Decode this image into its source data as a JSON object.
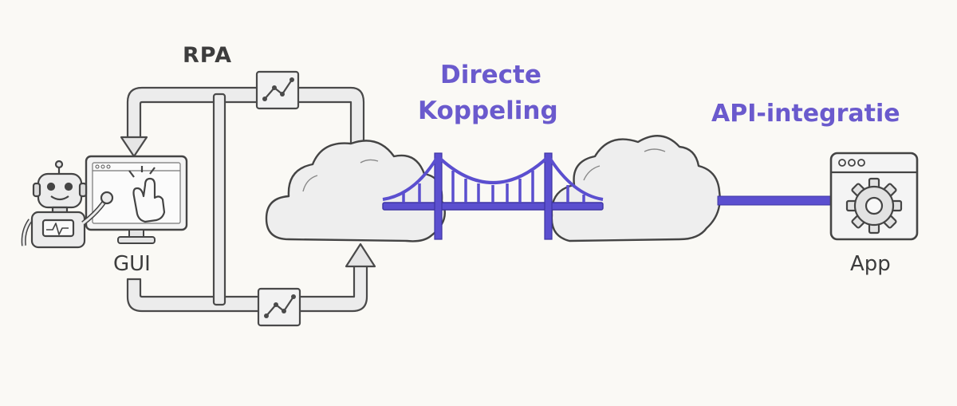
{
  "labels": {
    "rpa": "RPA",
    "gui": "GUI",
    "direct_line1": "Directe",
    "direct_line2": "Koppeling",
    "api": "API-integratie",
    "app": "App"
  },
  "icons": [
    "robot-icon",
    "monitor-icon",
    "hand-pointer-icon",
    "process-chart-icon",
    "cloud-icon",
    "suspension-bridge-icon",
    "app-window-icon",
    "gear-icon"
  ],
  "colors": {
    "ink": "#3d3d3d",
    "accent": "#5b4fcf",
    "accent_text": "#6a5acd",
    "fill": "#eeeeee",
    "background": "#faf9f5"
  }
}
